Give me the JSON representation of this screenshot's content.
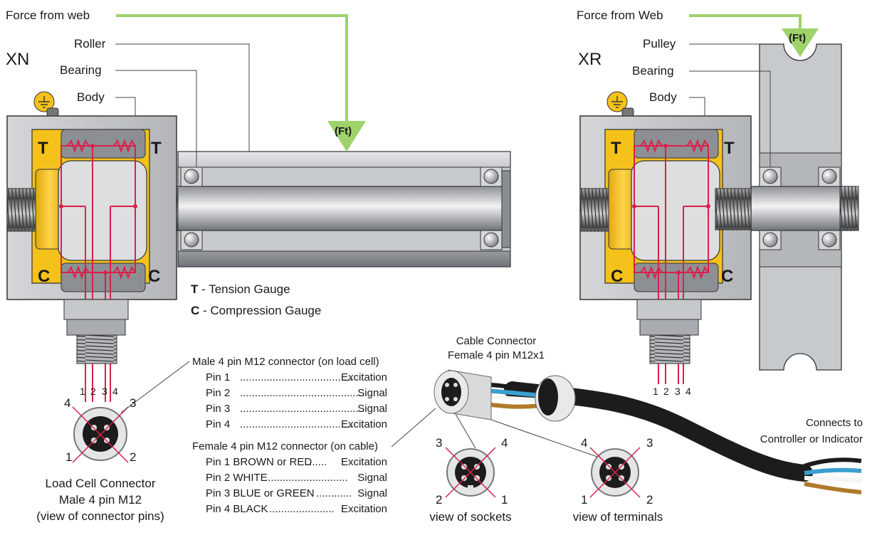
{
  "colors": {
    "force_line": "#9dd36a",
    "body_yellow": "#f5c21b",
    "strain_red": "#d9214a",
    "steel": "#b9bcc0",
    "cable": "#1c1c1c",
    "blue_wire": "#3aa0d0",
    "brown_wire": "#b07a2a"
  },
  "xn": {
    "title": "XN",
    "force_label": "Force from web",
    "roller_label": "Roller",
    "bearing_label": "Bearing",
    "body_label": "Body",
    "ft_label": "(Ft)",
    "t_mark": "T",
    "c_mark": "C",
    "pin_numbers": [
      "1",
      "2",
      "3",
      "4"
    ]
  },
  "xr": {
    "title": "XR",
    "force_label": "Force from Web",
    "pulley_label": "Pulley",
    "bearing_label": "Bearing",
    "body_label": "Body",
    "ft_label": "(Ft)",
    "t_mark": "T",
    "c_mark": "C",
    "pin_numbers": [
      "1",
      "2",
      "3",
      "4"
    ]
  },
  "legend": {
    "t_key": "T",
    "t_text": " - Tension Gauge",
    "c_key": "C",
    "c_text": " - Compression Gauge"
  },
  "load_cell_connector": {
    "line1": "Load Cell Connector",
    "line2": "Male 4 pin M12",
    "line3": "(view of connector pins)",
    "numbers": [
      "4",
      "3",
      "1",
      "2"
    ]
  },
  "male_table": {
    "title": "Male 4 pin M12 connector (on load cell)",
    "rows": [
      {
        "pin": "Pin 1",
        "dots": "......................................",
        "fn": "Excitation"
      },
      {
        "pin": "Pin 2",
        "dots": "..........................................",
        "fn": "Signal"
      },
      {
        "pin": "Pin 3",
        "dots": "..........................................",
        "fn": "Signal"
      },
      {
        "pin": "Pin 4",
        "dots": "......................................",
        "fn": "Excitation"
      }
    ]
  },
  "female_table": {
    "title": "Female 4 pin M12 connector (on cable)",
    "rows": [
      {
        "pin": "Pin 1 BROWN or RED",
        "dots": ".......",
        "fn": "Excitation"
      },
      {
        "pin": "Pin 2 WHITE",
        "dots": "............................",
        "fn": "Signal"
      },
      {
        "pin": "Pin 3 BLUE or GREEN",
        "dots": "............",
        "fn": "Signal"
      },
      {
        "pin": "Pin 4 BLACK",
        "dots": "......................",
        "fn": "Excitation"
      }
    ]
  },
  "cable_connector": {
    "line1": "Cable Connector",
    "line2": "Female 4 pin M12x1"
  },
  "sockets": {
    "caption": "view of sockets",
    "numbers": [
      "3",
      "4",
      "2",
      "1"
    ]
  },
  "terminals": {
    "caption": "view of terminals",
    "numbers": [
      "4",
      "3",
      "1",
      "2"
    ]
  },
  "connects": {
    "line1": "Connects to",
    "line2": "Controller or Indicator"
  }
}
